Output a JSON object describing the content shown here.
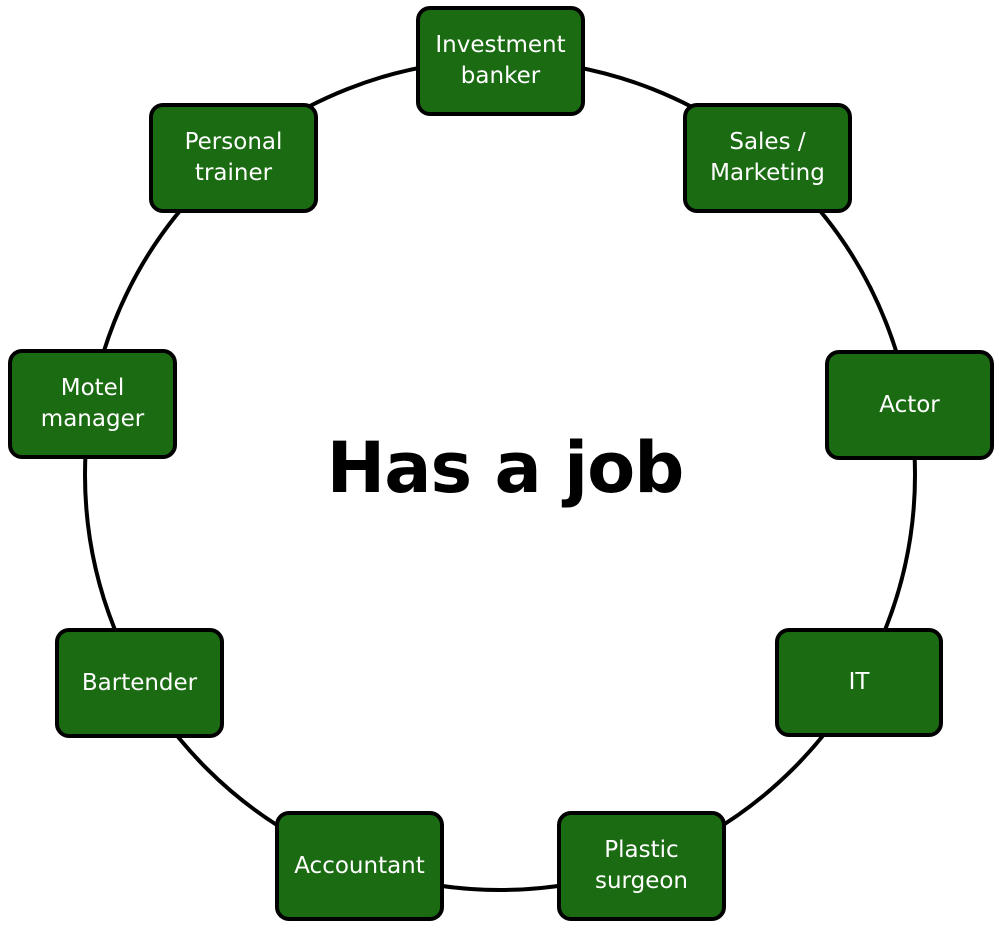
{
  "diagram": {
    "center_label": "Has a job",
    "colors": {
      "node_fill": "#1a6b12",
      "node_border": "#000000",
      "node_text": "#ffffff",
      "ring": "#000000"
    },
    "nodes": [
      {
        "id": "investment",
        "label": "Investment\nbanker"
      },
      {
        "id": "sales",
        "label": "Sales /\nMarketing"
      },
      {
        "id": "actor",
        "label": "Actor"
      },
      {
        "id": "it",
        "label": "IT"
      },
      {
        "id": "plastic",
        "label": "Plastic\nsurgeon"
      },
      {
        "id": "accountant",
        "label": "Accountant"
      },
      {
        "id": "bartender",
        "label": "Bartender"
      },
      {
        "id": "motel",
        "label": "Motel\nmanager"
      },
      {
        "id": "trainer",
        "label": "Personal\ntrainer"
      }
    ]
  }
}
